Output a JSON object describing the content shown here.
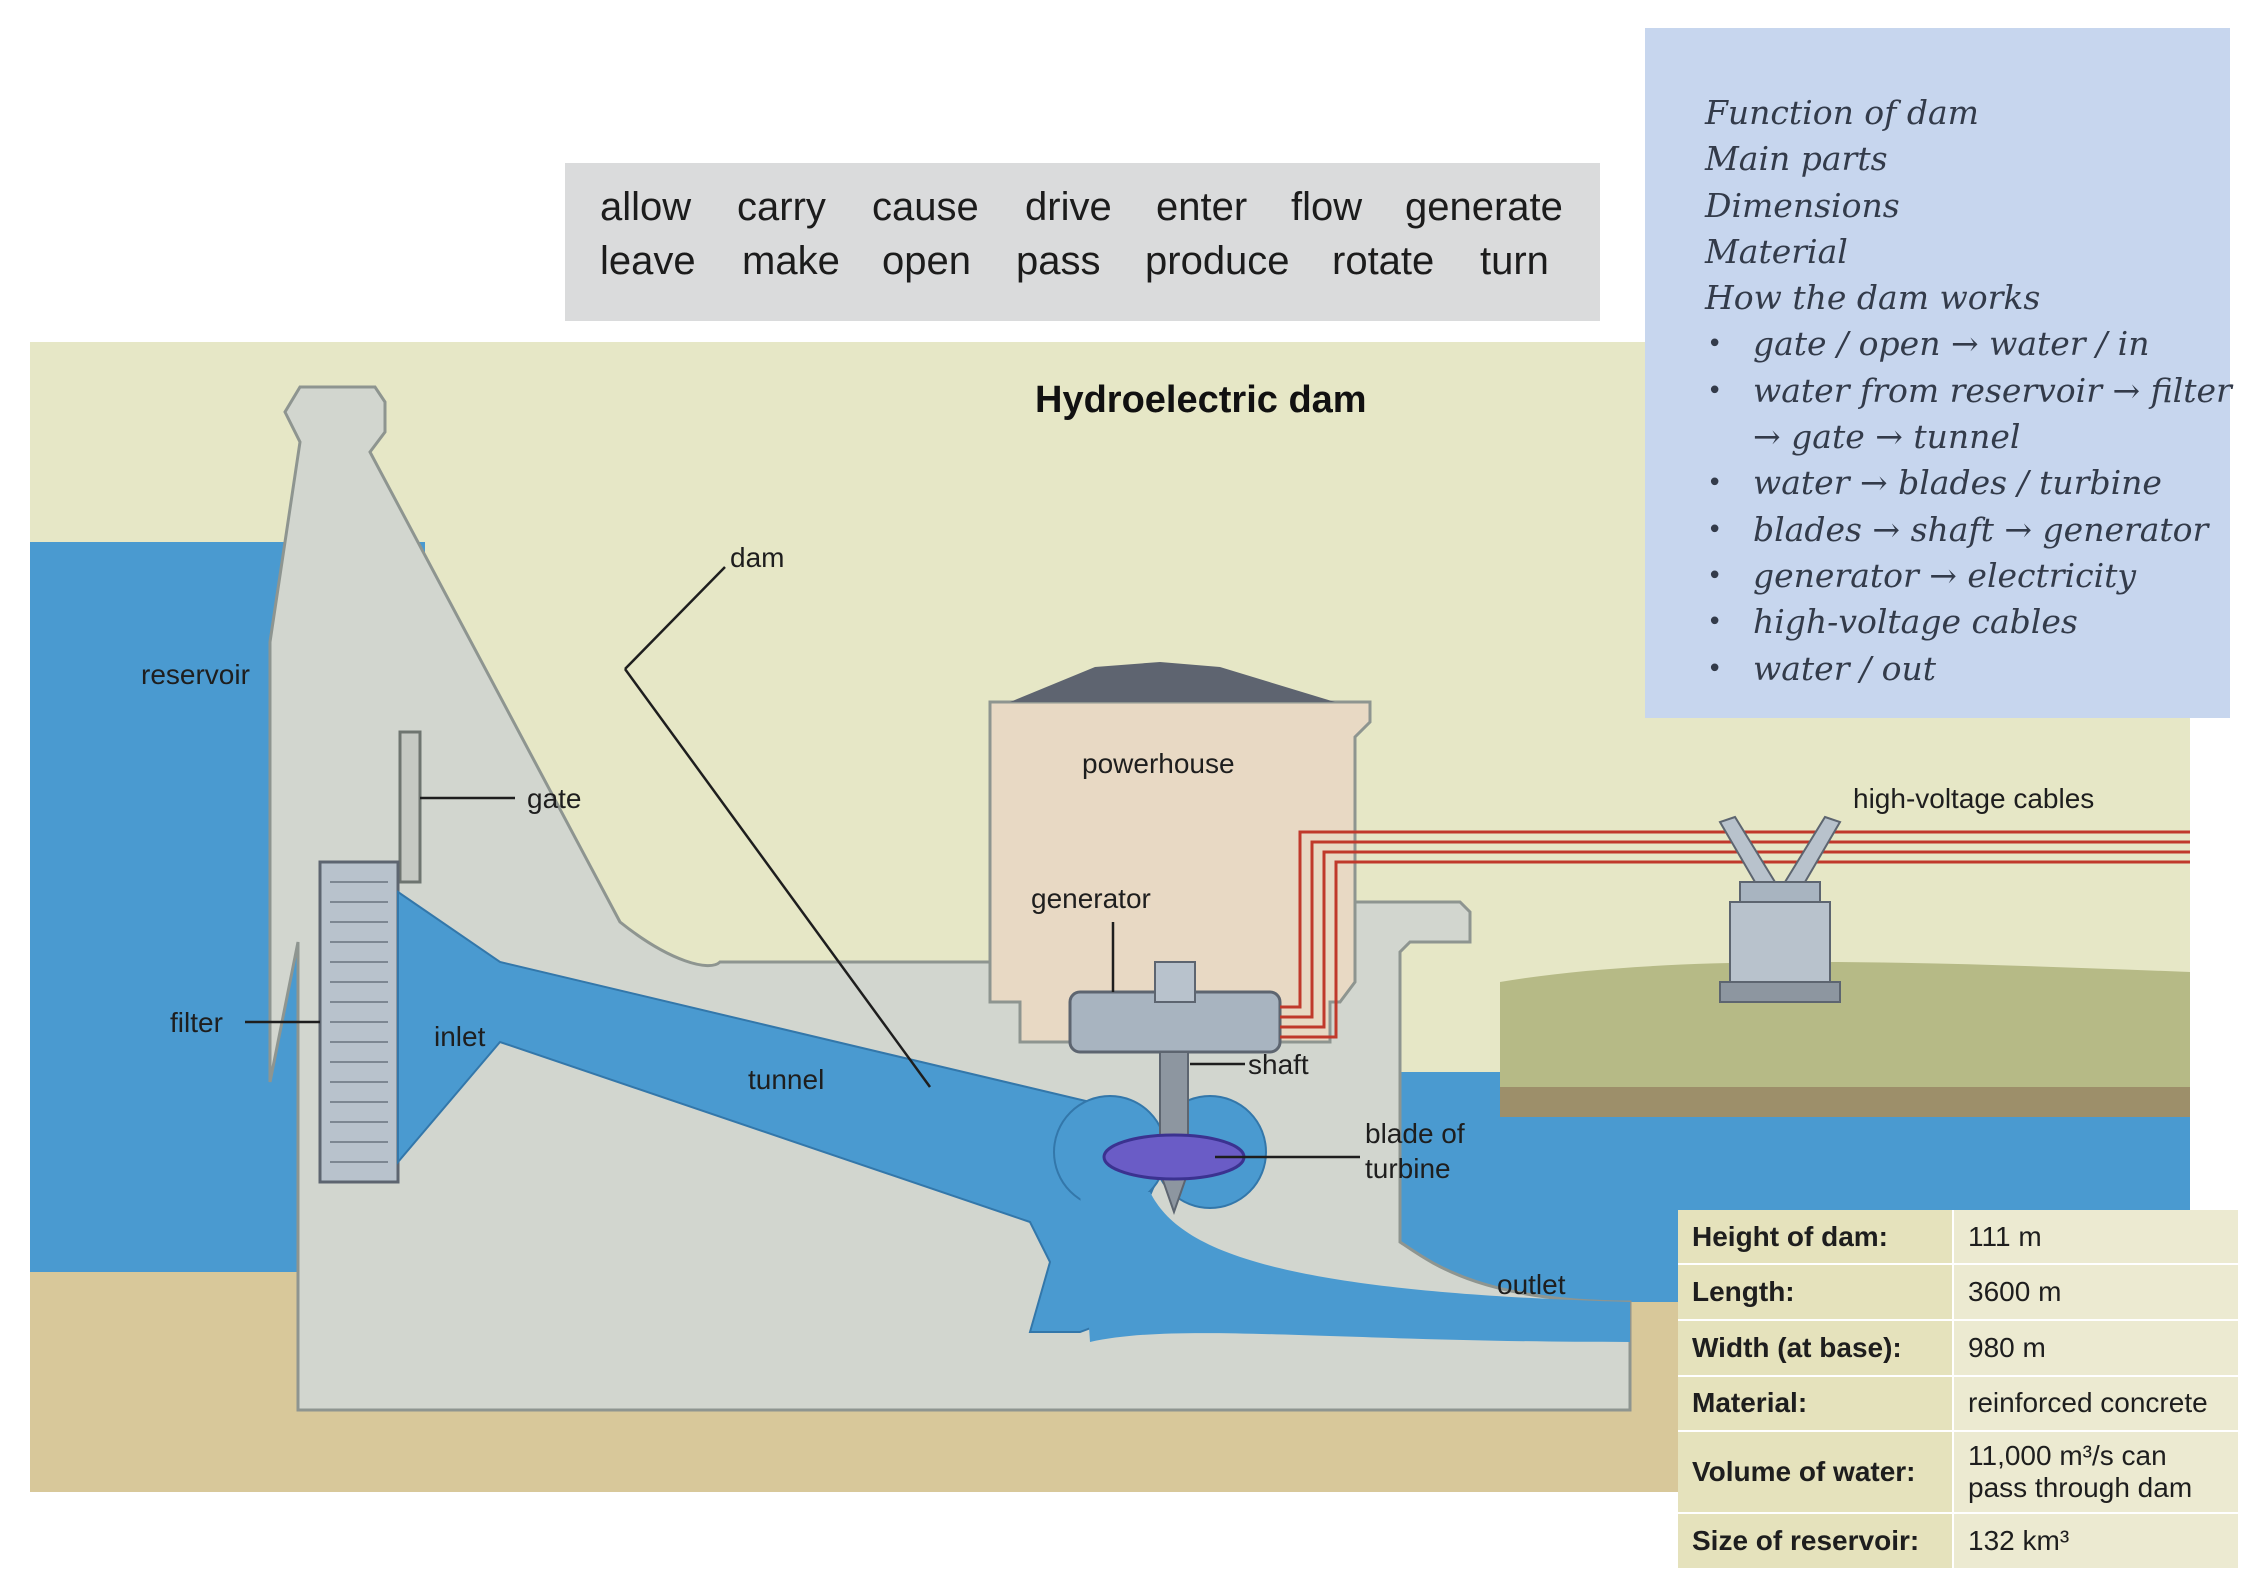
{
  "word_box": {
    "row1": [
      "allow",
      "carry",
      "cause",
      "drive",
      "enter",
      "flow",
      "generate"
    ],
    "row2": [
      "leave",
      "make",
      "open",
      "pass",
      "produce",
      "rotate",
      "turn"
    ]
  },
  "notes": {
    "headings": [
      "Function of dam",
      "Main parts",
      "Dimensions",
      "Material",
      "How the dam works"
    ],
    "bullets": [
      "gate / open → water / in",
      "water from reservoir → filter",
      "→ gate → tunnel",
      "water → blades / turbine",
      "blades → shaft → generator",
      "generator → electricity",
      "high-voltage cables",
      "water / out"
    ]
  },
  "diagram": {
    "title": "Hydroelectric dam",
    "labels": {
      "reservoir": "reservoir",
      "dam": "dam",
      "gate": "gate",
      "filter": "filter",
      "inlet": "inlet",
      "tunnel": "tunnel",
      "powerhouse": "powerhouse",
      "generator": "generator",
      "shaft": "shaft",
      "blade_1": "blade of",
      "blade_2": "turbine",
      "outlet": "outlet",
      "cables": "high-voltage cables"
    },
    "colors": {
      "background": "#e6e7c6",
      "water": "#4a9ad0",
      "concrete": "#d2d6cf",
      "ground": "#d8c89a",
      "cable": "#c0392b"
    }
  },
  "facts": {
    "rows": [
      {
        "label": "Height of dam:",
        "value": "111 m"
      },
      {
        "label": "Length:",
        "value": "3600 m"
      },
      {
        "label": "Width (at base):",
        "value": "980 m"
      },
      {
        "label": "Material:",
        "value": "reinforced concrete"
      },
      {
        "label": "Volume of water:",
        "value": "11,000 m³/s can",
        "value2": "pass through dam"
      },
      {
        "label": "Size of reservoir:",
        "value": "132 km³"
      }
    ]
  }
}
